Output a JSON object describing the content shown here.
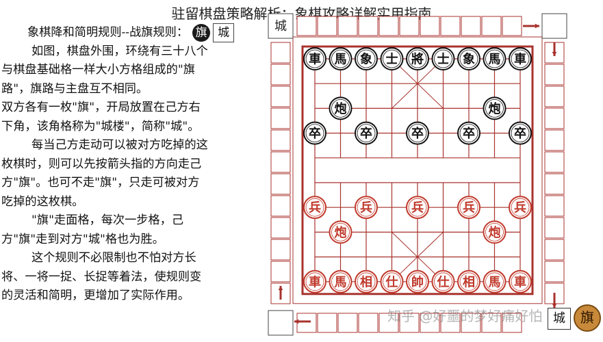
{
  "header": {
    "title": "驻留棋盘策略解析：象棋攻略详解实用指南"
  },
  "rules": {
    "heading": "象棋降和简明规则--战旗规则：",
    "flag_badge": "旗",
    "city_box": "城",
    "lines": [
      "如图，棋盘外围，环绕有三十八个",
      "与棋盘基础格一样大小方格组成的\"旗",
      "路\"，旗路与主盘互不相同。",
      "双方各有一枚\"旗\"，开局放置在己方右",
      "下角，该角格称为\"城楼\"，简称\"城\"。",
      "每当己方走动可以被对方吃掉的这",
      "枚棋时，则可以先按箭头指的方向走己",
      "方\"旗\"。也可不走\"旗\"，只走可被对方",
      "吃掉的这枚棋。",
      "\"旗\"走面格，每次一步格，己",
      "方\"旗\"走到对方\"城\"格也为胜。",
      "这个规则不必限制也不怕对方长",
      "将、一将一捉、长捉等着法，使规则变",
      "的灵活和简明，更增加了实际作用。"
    ]
  },
  "board": {
    "top_city": "城",
    "bottom_city": "城",
    "black_back_rank": [
      "車",
      "馬",
      "象",
      "士",
      "將",
      "士",
      "象",
      "馬",
      "車"
    ],
    "black_cannon": "炮",
    "black_soldier": "卒",
    "red_back_rank": [
      "車",
      "馬",
      "相",
      "仕",
      "帥",
      "仕",
      "相",
      "馬",
      "車"
    ],
    "red_cannon": "炮",
    "red_soldier": "兵",
    "black_color": "#111111",
    "red_color": "#c0392b",
    "line_color": "#a8322d"
  },
  "watermark": "知乎 @好噩的梦好痛好怕",
  "corner": {
    "flag_badge": "旗",
    "city": "城"
  }
}
